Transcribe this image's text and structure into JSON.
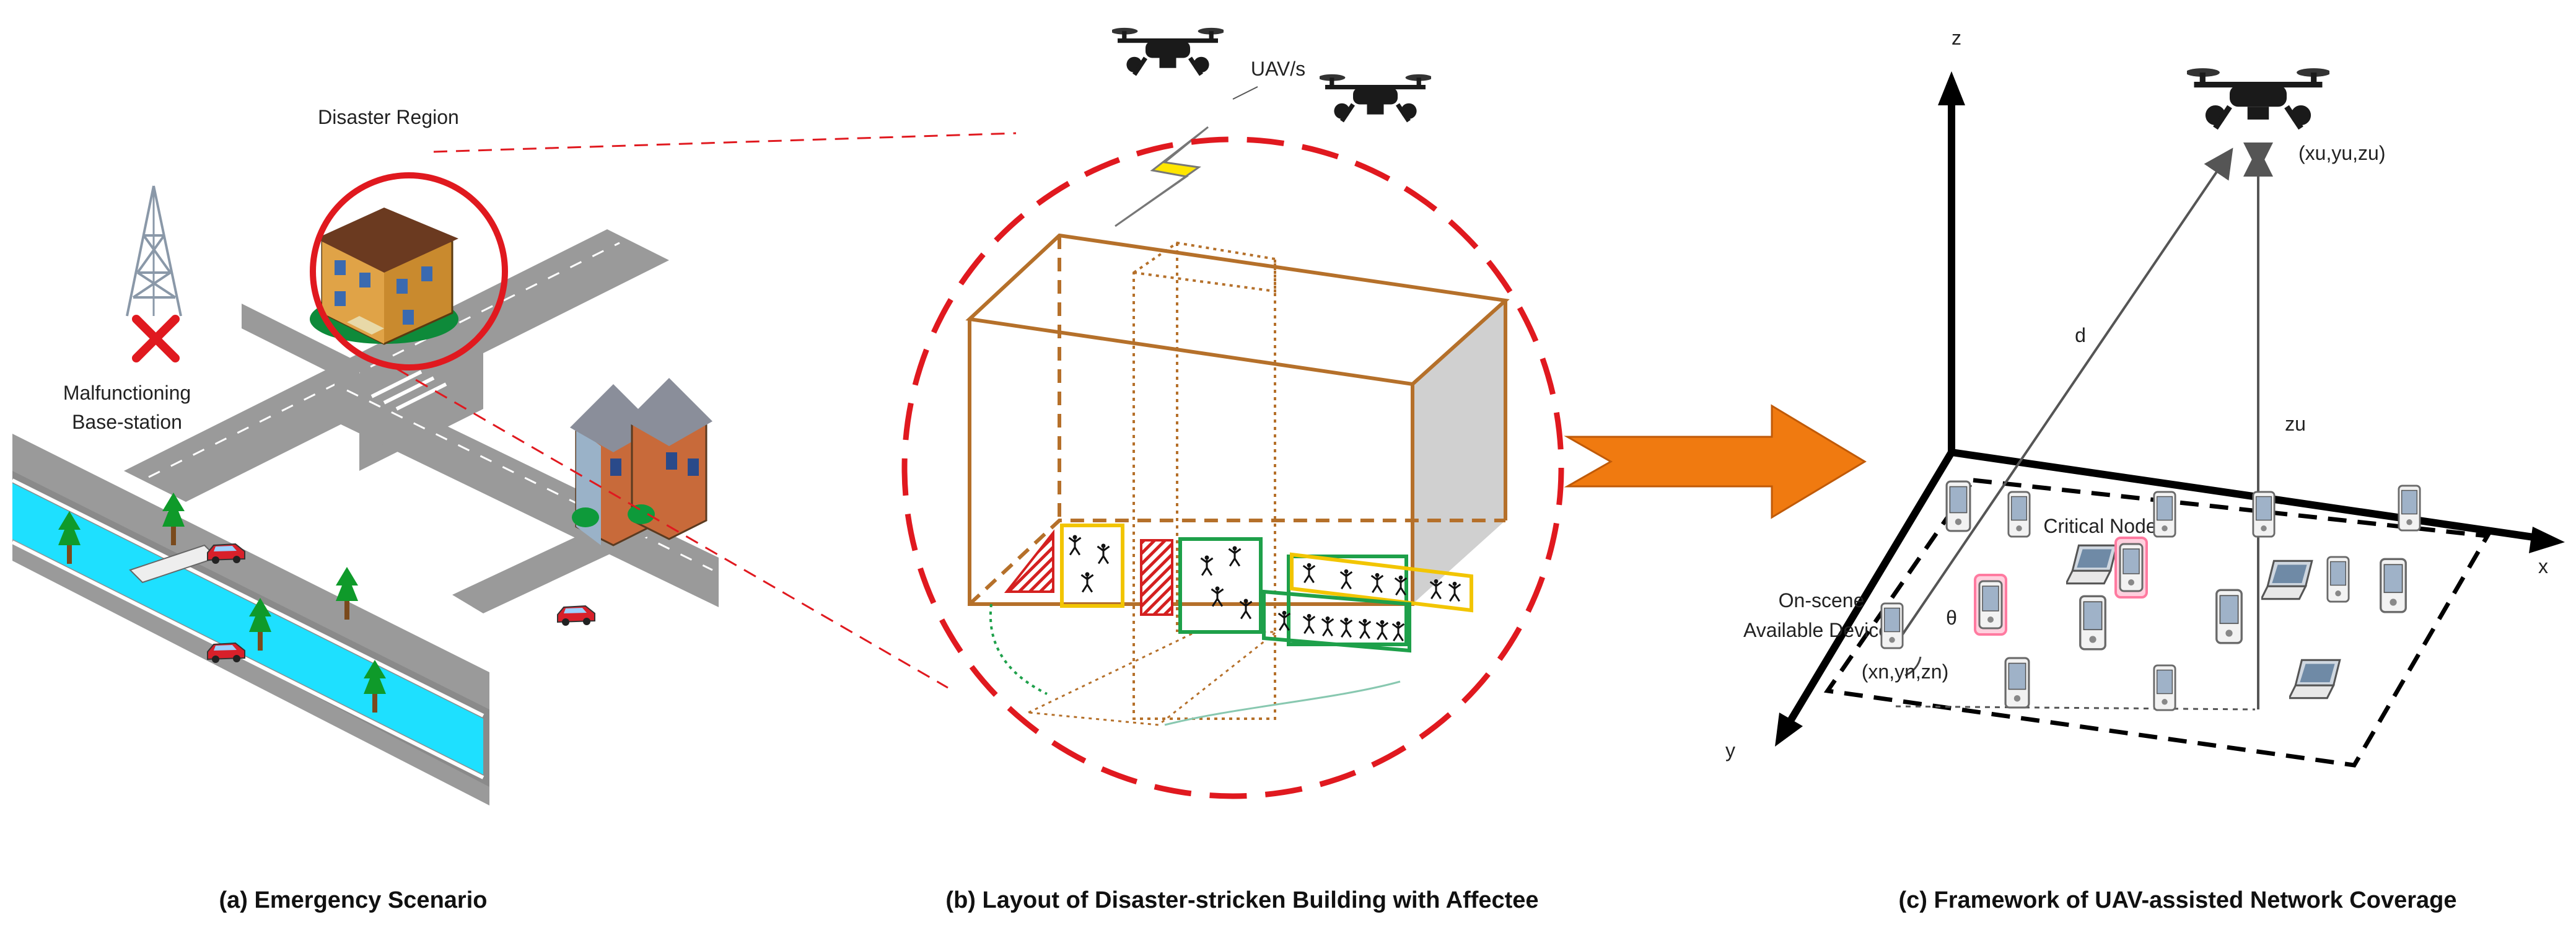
{
  "panel_a": {
    "disaster_region_label": "Disaster Region",
    "bs_label_line1": "Malfunctioning",
    "bs_label_line2": "Base-station",
    "caption": "(a) Emergency Scenario"
  },
  "panel_b": {
    "uav_label": "UAV/s",
    "caption": "(b) Layout of Disaster-stricken Building with Affectee"
  },
  "panel_c": {
    "axis_x": "x",
    "axis_y": "y",
    "axis_z": "z",
    "uav_coord": "(xu,yu,zu)",
    "node_coord": "(xn,yn,zn)",
    "distance_label": "d",
    "height_label": "zu",
    "angle_label": "θ",
    "critical_node_label": "Critical Node",
    "devices_line1": "On-scene",
    "devices_line2": "Available Devices",
    "caption": "(c) Framework of UAV-assisted Network Coverage"
  },
  "colors": {
    "disaster_red": "#e0191f",
    "building_brown": "#b5702a",
    "road_grey": "#8e8e8e",
    "water_cyan": "#1ee0ff",
    "arrow_orange": "#f07a10",
    "yellow_zone": "#f2c500",
    "green_zone": "#1ea04a",
    "critical_pink": "#ff9ab8"
  }
}
